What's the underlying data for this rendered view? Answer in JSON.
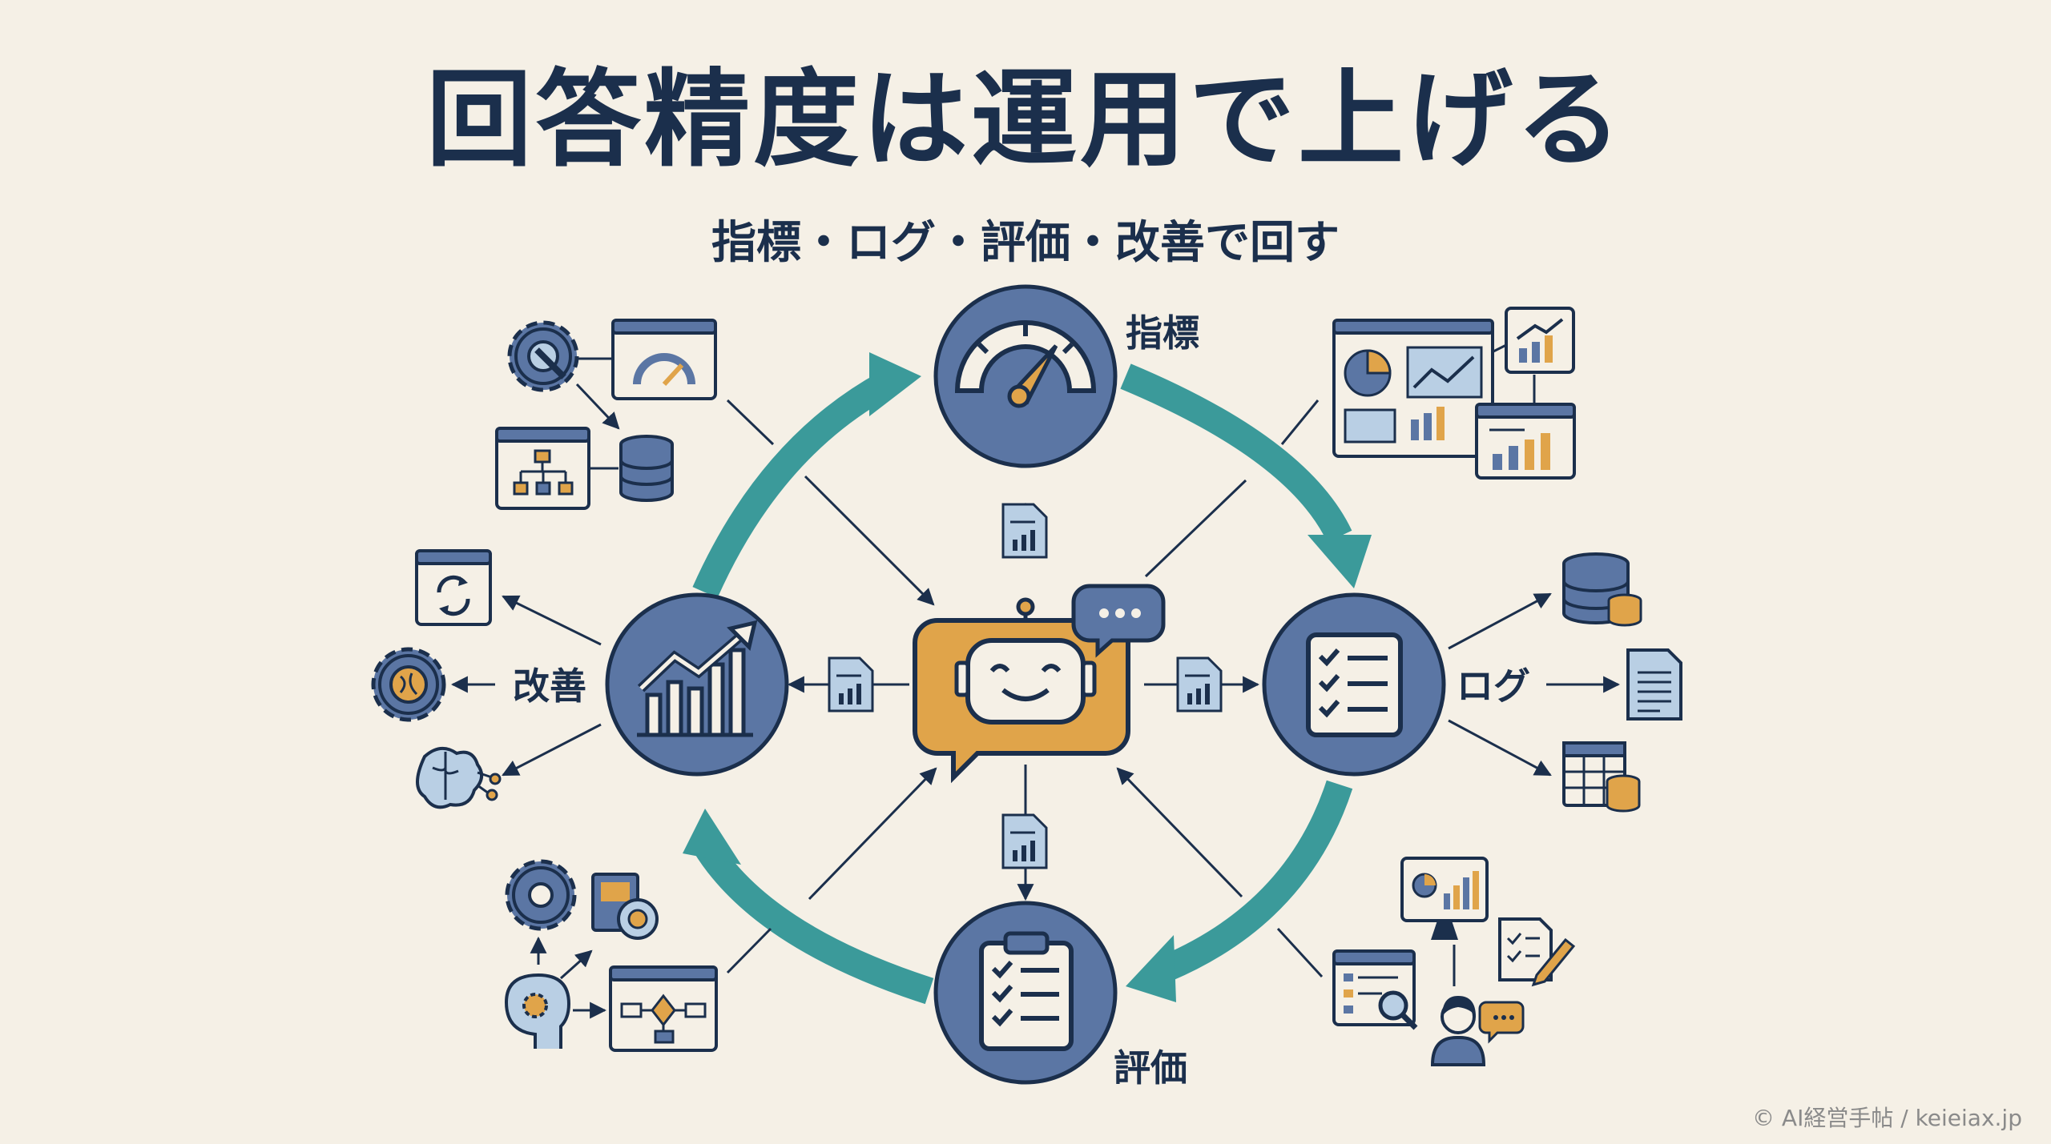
{
  "header": {
    "title": "回答精度は運用で上げる",
    "subtitle": "指標・ログ・評価・改善で回す"
  },
  "nodes": {
    "metrics": {
      "label": "指標",
      "icon": "gauge-icon"
    },
    "log": {
      "label": "ログ",
      "icon": "checklist-icon"
    },
    "evaluation": {
      "label": "評価",
      "icon": "clipboard-icon"
    },
    "improvement": {
      "label": "改善",
      "icon": "growth-chart-icon"
    },
    "center": {
      "icon": "chatbot-icon"
    }
  },
  "colors": {
    "background": "#f5f0e6",
    "navy": "#1b2f4c",
    "node_blue": "#5b76a4",
    "teal": "#3b9a9a",
    "bot_orange": "#e0a44a",
    "icon_light": "#b9cfe4"
  },
  "footer": {
    "credit": "© AI経営手帖 / keieiax.jp"
  }
}
